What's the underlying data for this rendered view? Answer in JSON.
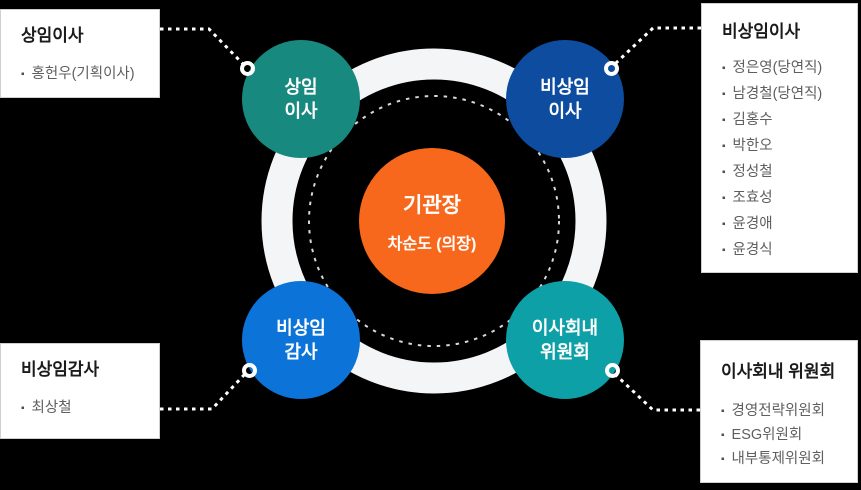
{
  "palette": {
    "bg": "#000000",
    "orange": "#f8681c",
    "teal": "#18897f",
    "navy": "#0d4c9e",
    "blue": "#0c74d8",
    "lightTeal": "#0da0a6",
    "ring": "#f4f5f6",
    "dashCircle": "#d8d8d8",
    "connector": "#ffffff",
    "boxBg": "#ffffff",
    "boxBorder": "#cfcfcf",
    "titleText": "#1b1b1b",
    "itemText": "#5f5f5f",
    "bullet": "#4d4d4d"
  },
  "icons": {
    "bullet": "▪"
  },
  "center": {
    "title": "기관장",
    "subtitle": "차순도 (의장)"
  },
  "nodes": [
    {
      "id": "standing-director",
      "line1": "상임",
      "line2": "이사"
    },
    {
      "id": "non-standing-director",
      "line1": "비상임",
      "line2": "이사"
    },
    {
      "id": "non-standing-auditor",
      "line1": "비상임",
      "line2": "감사"
    },
    {
      "id": "board-committees",
      "line1": "이사회내",
      "line2": "위원회"
    }
  ],
  "boxes": [
    {
      "title": "상임이사",
      "items": [
        "홍헌우(기획이사)"
      ]
    },
    {
      "title": "비상임이사",
      "items": [
        "정은영(당연직)",
        "남경철(당연직)",
        "김홍수",
        "박한오",
        "정성철",
        "조효성",
        "윤경애",
        "윤경식"
      ]
    },
    {
      "title": "비상임감사",
      "items": [
        "최상철"
      ]
    },
    {
      "title": "이사회내 위원회",
      "items": [
        "경영전략위원회",
        "ESG위원회",
        "내부통제위원회"
      ]
    }
  ]
}
